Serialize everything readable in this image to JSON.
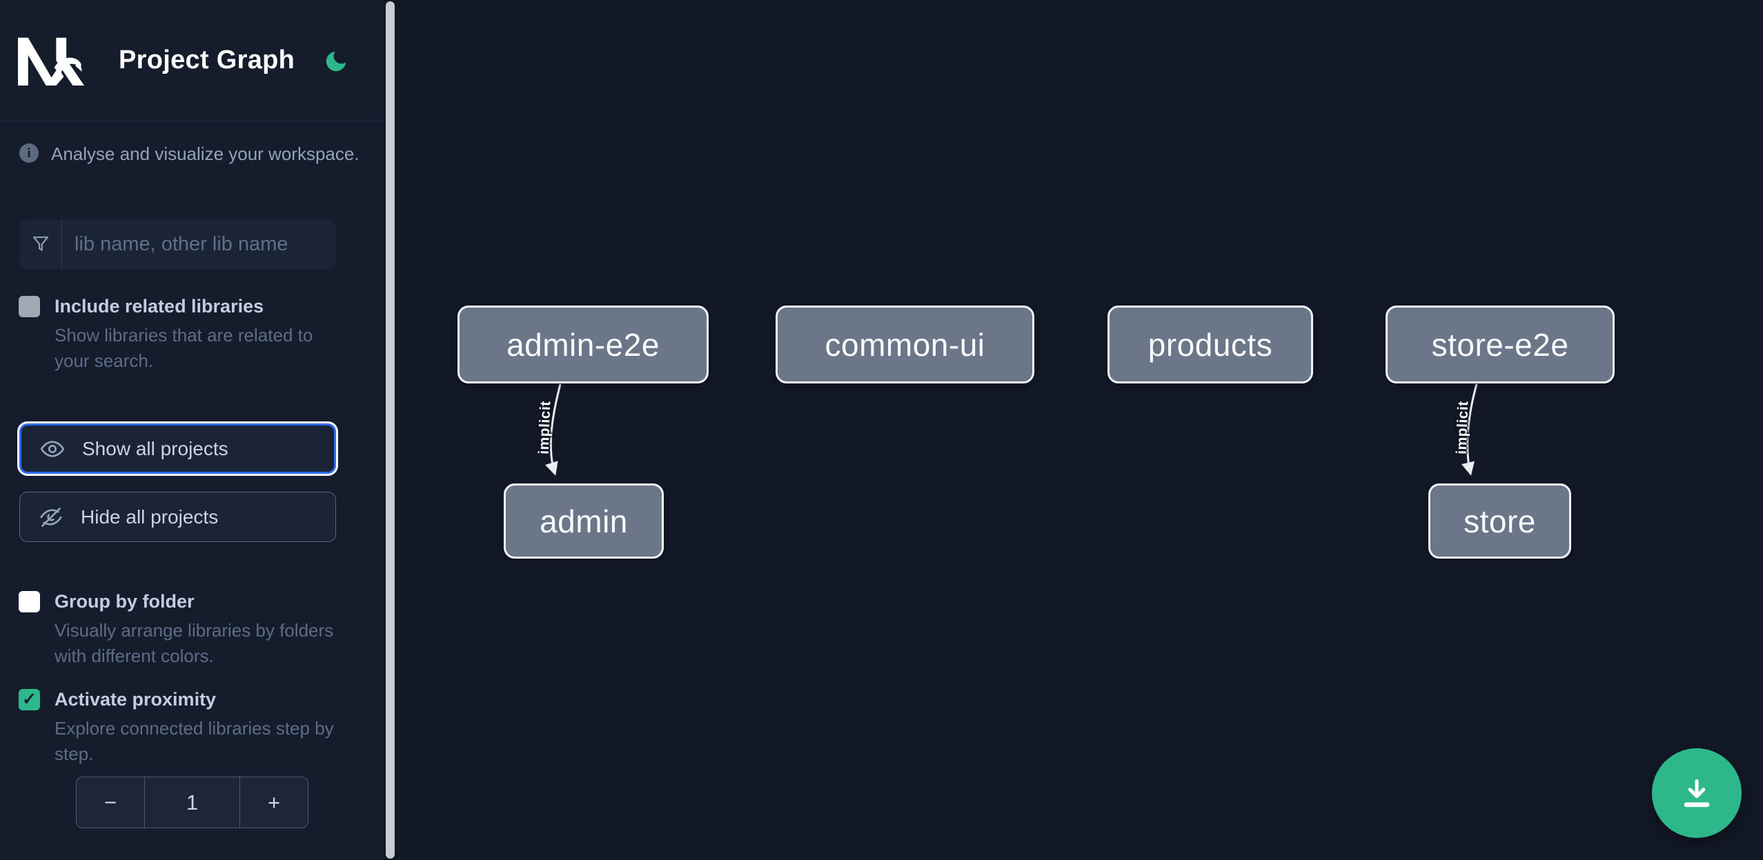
{
  "header": {
    "title": "Project Graph",
    "logo_name": "nx-logo",
    "theme_toggle_icon": "moon-icon"
  },
  "sidebar": {
    "info": {
      "icon": "info-icon",
      "text": "Analyse and visualize your workspace."
    },
    "search": {
      "icon": "filter-funnel-icon",
      "placeholder": "lib name, other lib name",
      "value": ""
    },
    "include_related": {
      "label": "Include related libraries",
      "description": "Show libraries that are related to your search.",
      "checked": false
    },
    "actions": {
      "show_all": {
        "label": "Show all projects",
        "icon": "eye-icon",
        "focused": true
      },
      "hide_all": {
        "label": "Hide all projects",
        "icon": "eye-off-icon",
        "focused": false
      }
    },
    "group_by_folder": {
      "label": "Group by folder",
      "description": "Visually arrange libraries by folders with different colors.",
      "checked": false
    },
    "activate_proximity": {
      "label": "Activate proximity",
      "description": "Explore connected libraries step by step.",
      "checked": true,
      "checkmark_glyph": "✓"
    },
    "proximity_stepper": {
      "decrement_label": "−",
      "value": "1",
      "increment_label": "+"
    }
  },
  "graph": {
    "nodes": [
      {
        "id": "admin-e2e",
        "label": "admin-e2e"
      },
      {
        "id": "common-ui",
        "label": "common-ui"
      },
      {
        "id": "products",
        "label": "products"
      },
      {
        "id": "store-e2e",
        "label": "store-e2e"
      },
      {
        "id": "admin",
        "label": "admin"
      },
      {
        "id": "store",
        "label": "store"
      }
    ],
    "edges": [
      {
        "from": "admin-e2e",
        "to": "admin",
        "type": "implicit",
        "label": "implicit"
      },
      {
        "from": "store-e2e",
        "to": "store",
        "type": "implicit",
        "label": "implicit"
      }
    ]
  },
  "fab": {
    "icon": "download-icon"
  },
  "colors": {
    "sidebar_bg": "#151c2c",
    "canvas_bg": "#121826",
    "accent_green": "#2fb78c",
    "focus_blue": "#2f6bed",
    "node_fill": "#6b7689",
    "node_border": "#f3f6f9",
    "edge_stroke": "#e9edf2",
    "text_primary": "#cbd5e1",
    "text_muted": "#5d6d87"
  }
}
